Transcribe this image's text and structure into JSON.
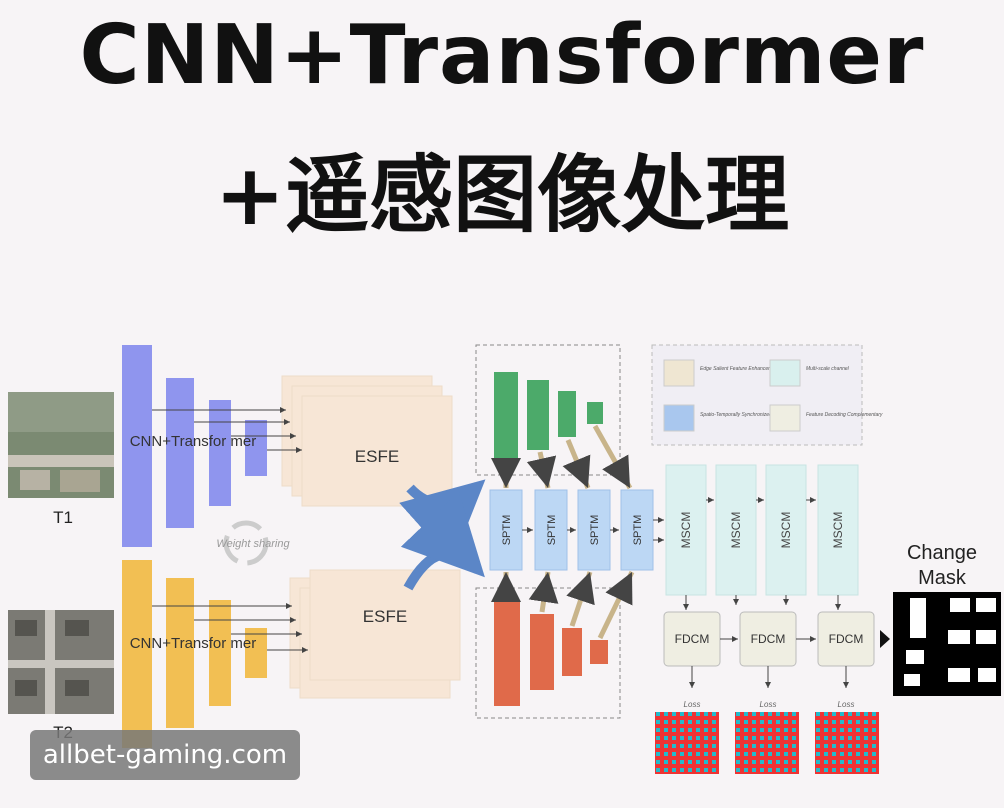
{
  "title": {
    "line1": "CNN+Transformer",
    "line2": "+遥感图像处理"
  },
  "diagram": {
    "inputs": {
      "t1_label": "T1",
      "t2_label": "T2"
    },
    "encoder_label_top": "CNN+Transfor mer",
    "encoder_label_bottom": "CNN+Transfor mer",
    "weight_sharing": "Weight sharing",
    "esfe_label": "ESFE",
    "sptm_label": "SPTM",
    "mscm_label": "MSCM",
    "fdcm_label": "FDCM",
    "loss_label": "Loss",
    "output_label_line1": "Change",
    "output_label_line2": "Mask",
    "legend": [
      {
        "text": "Edge Salient Feature Enhancement",
        "color": "#efe6d2"
      },
      {
        "text": "Multi-scale channel",
        "color": "#d9f0ee"
      },
      {
        "text": "Spatio-Temporally Synchronized",
        "color": "#a9c7ee"
      },
      {
        "text": "Feature Decoding Complementary",
        "color": "#efeee2"
      }
    ],
    "colors": {
      "encoder_top": "#8f95ee",
      "encoder_bottom": "#f2bf53",
      "pyramid_top": "#4caa6a",
      "pyramid_bottom": "#e06a4a",
      "esfe": "#f7e6d6",
      "sptm": "#bcd7f4",
      "mscm": "#dcf1f0",
      "fdcm": "#efeee2",
      "arrow": "#5b86c7"
    }
  },
  "watermark": "allbet-gaming.com"
}
